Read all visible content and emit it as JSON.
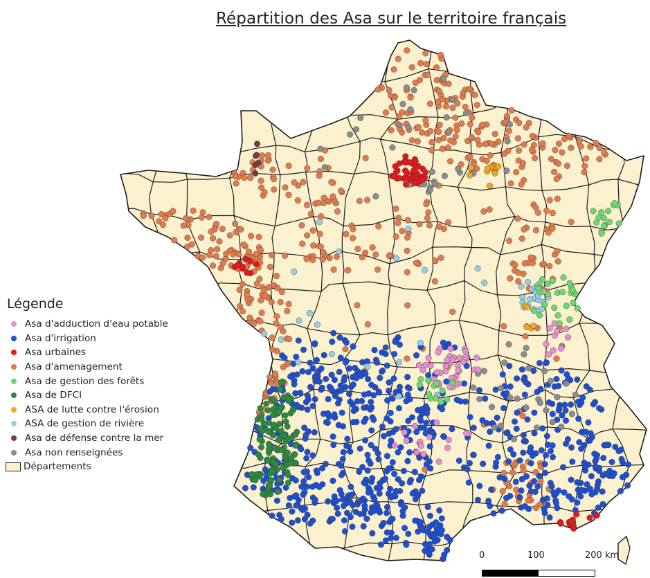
{
  "title": "Répartition des Asa sur le territoire français",
  "legend": {
    "title": "Légende",
    "items": [
      {
        "label": "Asa d'adduction d'eau potable",
        "color": "#e68fd0",
        "icon": "circle"
      },
      {
        "label": "Asa d'irrigation",
        "color": "#1f4fd1",
        "icon": "circle"
      },
      {
        "label": "Asa urbaines",
        "color": "#e3191c",
        "icon": "circle"
      },
      {
        "label": "Asa d'amenagement",
        "color": "#e07b4c",
        "icon": "circle"
      },
      {
        "label": "Asa de gestion des forêts",
        "color": "#6cd96a",
        "icon": "circle"
      },
      {
        "label": "Asa de DFCI",
        "color": "#2e8b3d",
        "icon": "circle"
      },
      {
        "label": "ASA de lutte contre l'érosion",
        "color": "#f0a91e",
        "icon": "circle"
      },
      {
        "label": "ASA de gestion de rivière",
        "color": "#96cde6",
        "icon": "circle"
      },
      {
        "label": "Asa de défense contre la mer",
        "color": "#7b3b3b",
        "icon": "circle"
      },
      {
        "label": "Asa non renseignées",
        "color": "#8c8c8c",
        "icon": "circle"
      },
      {
        "label": "Départements",
        "color": "#fcf1cf",
        "icon": "box"
      }
    ]
  },
  "scale": {
    "labels": [
      "0",
      "100",
      "200 km"
    ]
  },
  "colors": {
    "land": "#fcf1cf",
    "border": "#1a1a1a"
  }
}
